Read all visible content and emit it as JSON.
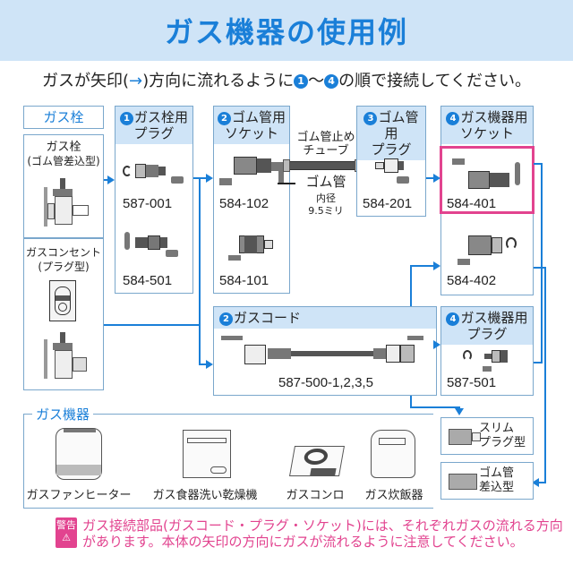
{
  "title": "ガス機器の使用例",
  "instruction": {
    "prefix": "ガスが矢印(",
    "arrow": "→",
    "middle": ")方向に流れるように",
    "start_num": "1",
    "tilde": "～",
    "end_num": "4",
    "suffix": "の順で接続してください。"
  },
  "gas_valve": {
    "header": "ガス栓",
    "types": [
      {
        "name": "ガス栓",
        "sub": "(ゴム管差込型)"
      },
      {
        "name": "ガスコンセント",
        "sub": "(プラグ型)"
      }
    ]
  },
  "step1": {
    "num": "1",
    "header_line1": "ガス栓用",
    "header_line2": "プラグ",
    "items": [
      "587-001",
      "584-501"
    ]
  },
  "step2_socket": {
    "num": "2",
    "header_line1": "ゴム管用",
    "header_line2": "ソケット",
    "items": [
      "584-102",
      "584-101"
    ]
  },
  "rubber_hose": {
    "stopper_line1": "ゴム管止め",
    "stopper_line2": "チューブ",
    "hose_label": "ゴム管",
    "inner_dia_label": "内径",
    "inner_dia_value": "9.5ミリ"
  },
  "step3": {
    "num": "3",
    "header_line1": "ゴム管用",
    "header_line2": "プラグ",
    "items": [
      "584-201"
    ]
  },
  "step4_socket": {
    "num": "4",
    "header_line1": "ガス機器用",
    "header_line2": "ソケット",
    "items": [
      "584-401",
      "584-402"
    ]
  },
  "step2_cord": {
    "num": "2",
    "header": "ガスコード",
    "items": [
      "587-500-1,2,3,5"
    ]
  },
  "step4_plug": {
    "num": "4",
    "header_line1": "ガス機器用",
    "header_line2": "プラグ",
    "items": [
      "587-501"
    ]
  },
  "appliances": {
    "header": "ガス機器",
    "items": [
      "ガスファンヒーター",
      "ガス食器洗い乾燥機",
      "ガスコンロ",
      "ガス炊飯器"
    ]
  },
  "inlet_types": [
    {
      "line1": "スリム",
      "line2": "プラグ型"
    },
    {
      "line1": "ゴム管",
      "line2": "差込型"
    }
  ],
  "warning": {
    "badge": "警告",
    "symbol": "⚠",
    "text": "ガス接続部品(ガスコード・プラグ・ソケット)には、それぞれガスの流れる方向があります。本体の矢印の方向にガスが流れるように注意してください。"
  },
  "colors": {
    "accent": "#1a7fd8",
    "header_bg": "#cfe4f7",
    "warning": "#e2438f",
    "border": "#7aa7cc"
  }
}
